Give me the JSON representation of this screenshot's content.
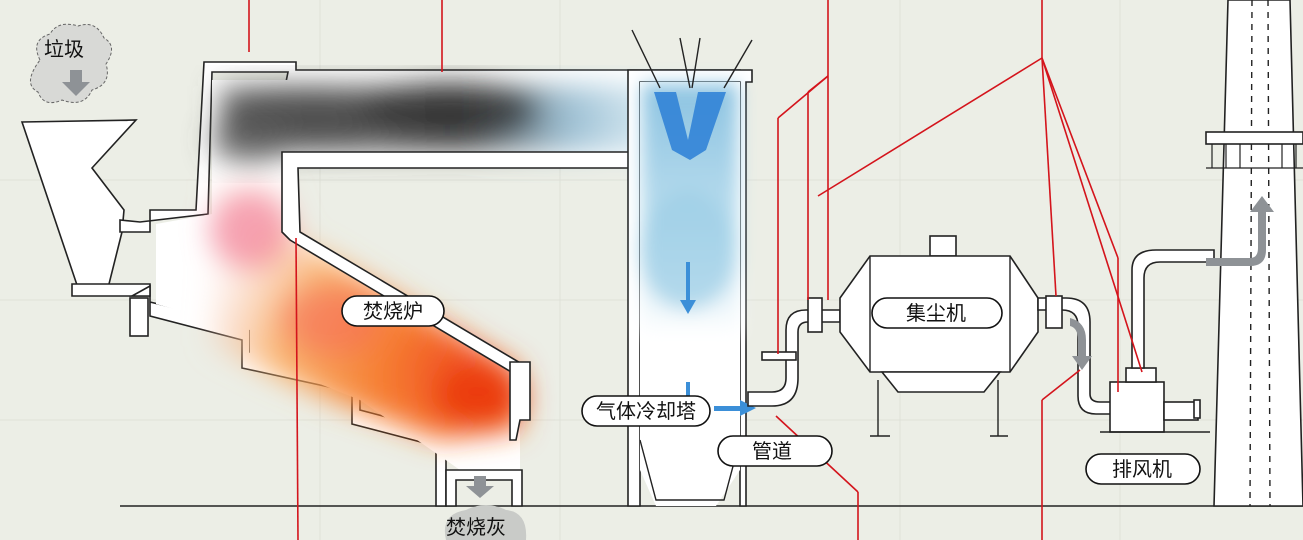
{
  "labels": {
    "garbage": "垃圾",
    "incinerator": "焚烧炉",
    "cooling_tower": "气体冷却塔",
    "pipe": "管道",
    "dust_collector": "集尘机",
    "exhaust_fan": "排风机",
    "ash": "焚烧灰"
  },
  "colors": {
    "background": "#eceee6",
    "callout_line": "#d4141c",
    "arrow_gray": "#8e9296",
    "arrow_blue": "#3b8fd8"
  }
}
